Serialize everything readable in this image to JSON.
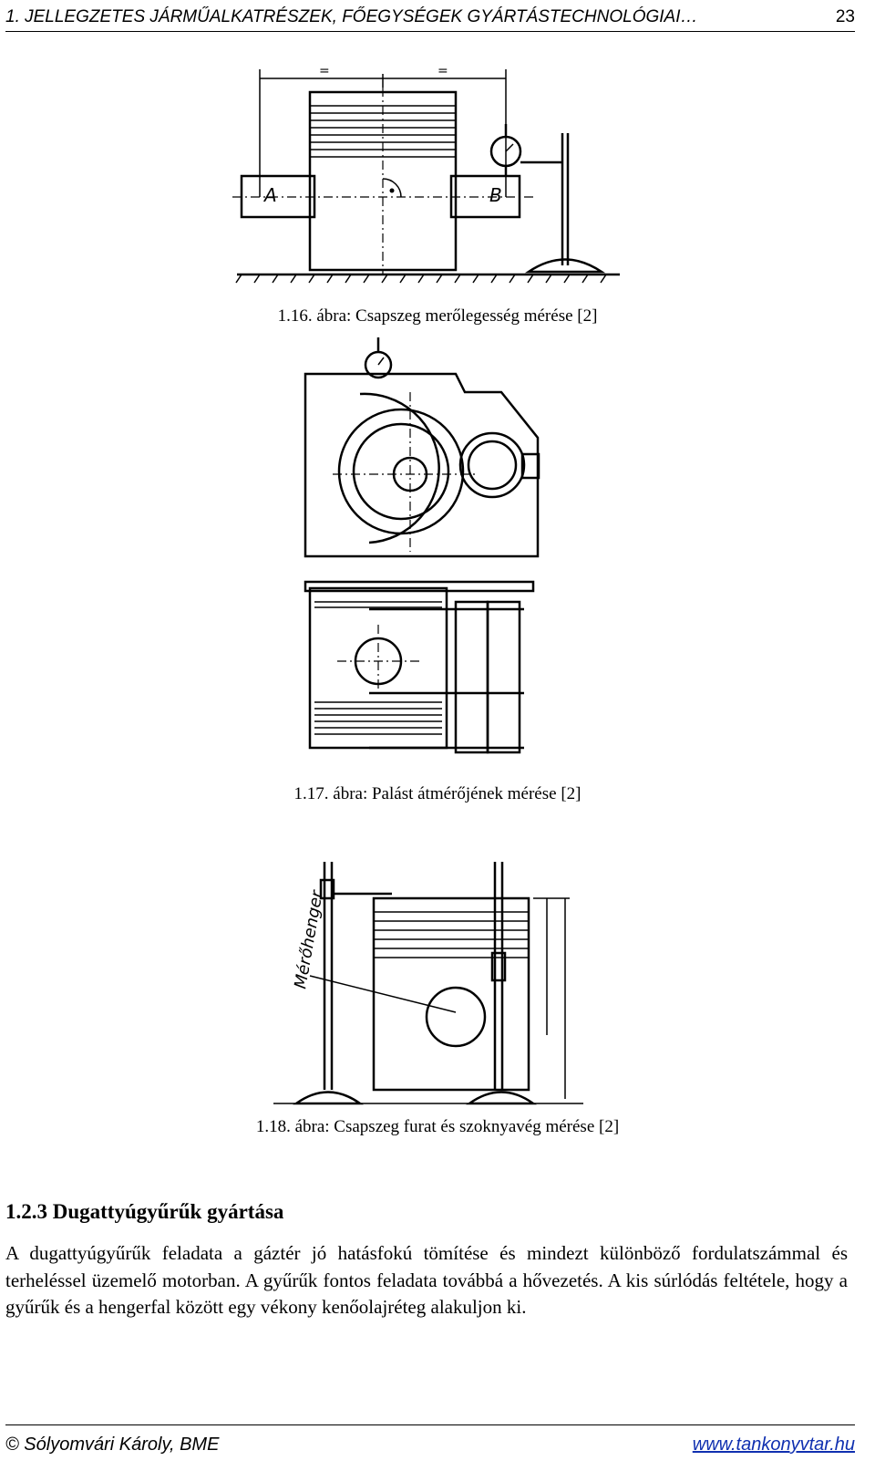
{
  "header": {
    "title": "1. JELLEGZETES JÁRMŰALKATRÉSZEK, FŐEGYSÉGEK GYÁRTÁSTECHNOLÓGIAI…",
    "page_number": "23"
  },
  "figures": [
    {
      "caption": "1.16. ábra: Csapszeg merőlegesség mérése [2]",
      "label_a": "A",
      "label_b": "B"
    },
    {
      "caption": "1.17. ábra: Palást átmérőjének mérése [2]"
    },
    {
      "caption": "1.18. ábra: Csapszeg furat és szoknyavég mérése [2]",
      "label_side": "Mérőhenger"
    }
  ],
  "section": {
    "heading": "1.2.3 Dugattyúgyűrűk gyártása",
    "paragraph": "A dugattyúgyűrűk feladata a gáztér jó hatásfokú tömítése és mindezt különböző fordulatszámmal és terheléssel üzemelő motorban. A gyűrűk fontos feladata továbbá a hővezetés. A kis súrlódás feltétele, hogy a gyűrűk és a hengerfal között egy vékony kenőolajréteg alakuljon ki."
  },
  "footer": {
    "copyright": "© Sólyomvári Károly, BME",
    "website": "www.tankonyvtar.hu"
  }
}
